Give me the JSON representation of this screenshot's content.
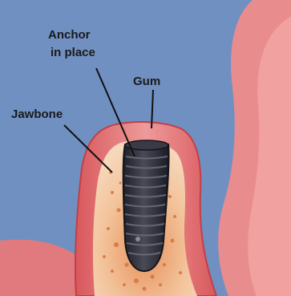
{
  "labels": {
    "anchor_line1": "Anchor",
    "anchor_line2": "in place",
    "gum": "Gum",
    "jawbone": "Jawbone"
  },
  "colors": {
    "background": "#6f8fc0",
    "gum_pink": "#e78a8c",
    "gum_edge": "#c9484f",
    "jawbone": "#f0c29a",
    "bone_speckle": "#e38d56",
    "implant_dark": "#2b2b36",
    "implant_thread": "#5a5a68",
    "leader_line": "#111111"
  }
}
